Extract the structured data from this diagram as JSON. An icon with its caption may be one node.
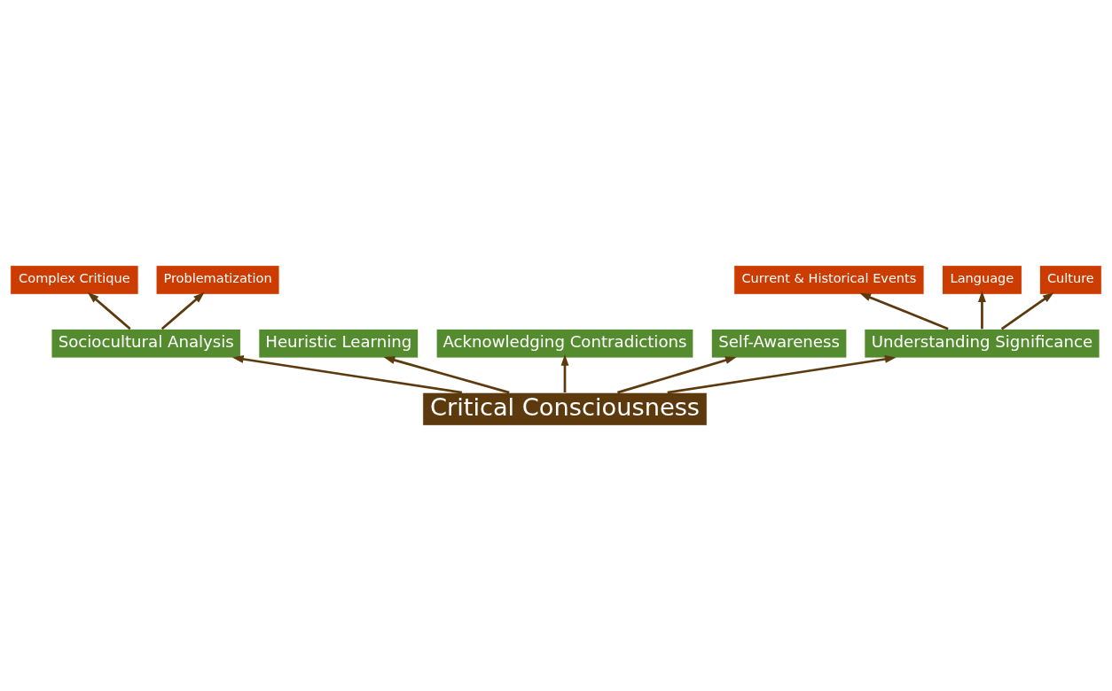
{
  "diagram": {
    "nodes": [
      {
        "text": [
          "Critical Consciousness"
        ]
      },
      {
        "text": [
          "Sociocultural Analysis"
        ]
      },
      {
        "text": [
          "Heuristic Learning"
        ]
      },
      {
        "text": [
          "Acknowledging Contradictions"
        ]
      },
      {
        "text": [
          "Self-Awareness"
        ]
      },
      {
        "text": [
          "Understanding Significance"
        ]
      },
      {
        "text": [
          "Complex Critique"
        ]
      },
      {
        "text": [
          "Problematization"
        ]
      },
      {
        "text": [
          "Current & Historical Events"
        ]
      },
      {
        "text": [
          "Language"
        ]
      },
      {
        "text": [
          "Culture"
        ]
      }
    ],
    "edges": [
      {
        "from": 0,
        "to": 1,
        "arrow": "to"
      },
      {
        "from": 0,
        "to": 2,
        "arrow": "to"
      },
      {
        "from": 0,
        "to": 3,
        "arrow": "to"
      },
      {
        "from": 0,
        "to": 4,
        "arrow": "to"
      },
      {
        "from": 0,
        "to": 5,
        "arrow": "to"
      },
      {
        "from": 1,
        "to": 6,
        "arrow": "to"
      },
      {
        "from": 1,
        "to": 7,
        "arrow": "to"
      },
      {
        "from": 5,
        "to": 8,
        "arrow": "to"
      },
      {
        "from": 5,
        "to": 9,
        "arrow": "to"
      },
      {
        "from": 5,
        "to": 10,
        "arrow": "to"
      }
    ]
  }
}
